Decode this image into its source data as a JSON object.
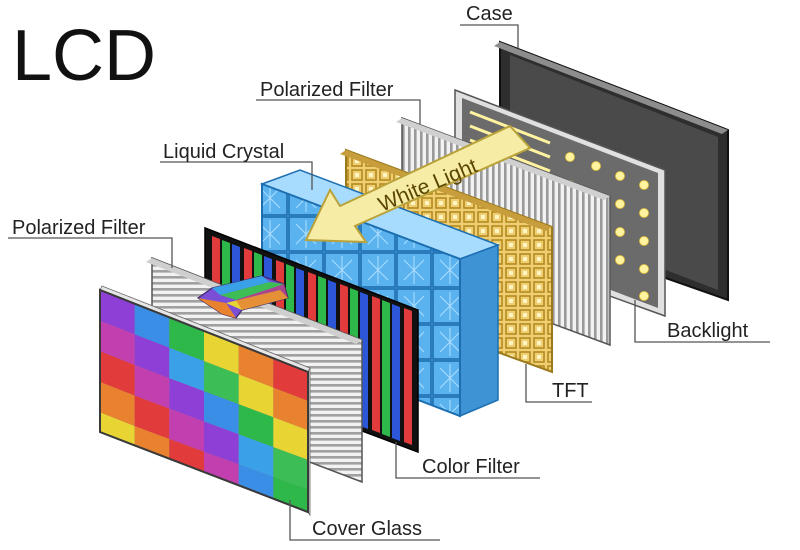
{
  "title": "LCD",
  "labels": {
    "case": "Case",
    "polarized_filter_back": "Polarized Filter",
    "liquid_crystal": "Liquid Crystal",
    "polarized_filter_front": "Polarized Filter",
    "backlight": "Backlight",
    "tft": "TFT",
    "color_filter": "Color Filter",
    "cover_glass": "Cover Glass",
    "white_light": "White Light"
  },
  "colors": {
    "case_frame": "#2e2e2e",
    "case_screen": "#4a4a4a",
    "backlight_led": "#fff3a0",
    "tft_gold": "#d9b04c",
    "liquid_crystal_blue": "#5ab3ee",
    "color_filter_red": "#e23b3b",
    "color_filter_green": "#2fb84a",
    "color_filter_blue": "#2b57d8",
    "white_light_arrow": "#f6eca6"
  }
}
